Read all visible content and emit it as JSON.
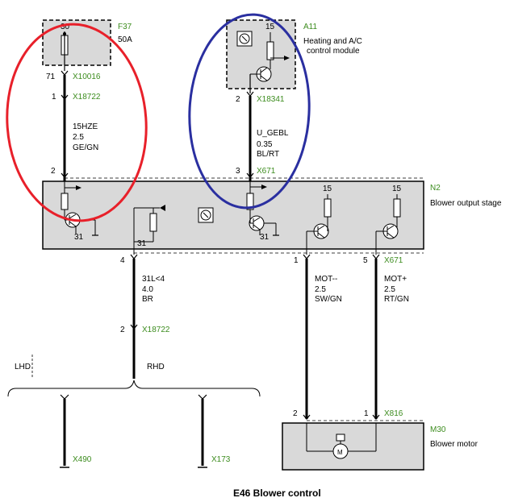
{
  "title": "E46 Blower control",
  "colors": {
    "annotation_red": "#e8202a",
    "annotation_blue": "#2a2fa0",
    "connector_green": "#3c8c1e",
    "module_fill": "#d9d9d9"
  },
  "components": {
    "f37": {
      "id": "F37",
      "value": "50A",
      "pin": "30"
    },
    "a11": {
      "id": "A11",
      "name_line1": "Heating and A/C",
      "name_line2": "control module",
      "pin": "15"
    },
    "n2": {
      "id": "N2",
      "name": "Blower output stage",
      "pin15a": "15",
      "pin15b": "15",
      "gnd1": "31",
      "gnd2": "31",
      "gnd3": "31"
    },
    "m30": {
      "id": "M30",
      "name": "Blower motor",
      "symbol": "M"
    }
  },
  "connectors": {
    "x10016": {
      "id": "X10016",
      "pin": "71"
    },
    "x18722_top": {
      "id": "X18722",
      "pin": "1"
    },
    "x18341": {
      "id": "X18341",
      "pin": "2"
    },
    "n2_left": {
      "pin": "2"
    },
    "n2_mid": {
      "pin": "3",
      "id": "X671"
    },
    "n2_bottom": {
      "pin_gnd": "4",
      "pin_mot_minus": "1",
      "pin_mot_plus": "5",
      "id": "X671"
    },
    "x18722_bottom": {
      "id": "X18722",
      "pin": "2"
    },
    "x816": {
      "id": "X816",
      "pin_left": "2",
      "pin_right": "1"
    },
    "x490": {
      "id": "X490"
    },
    "x173": {
      "id": "X173"
    }
  },
  "wires": {
    "w1": {
      "name": "15HZE",
      "size": "2.5",
      "color": "GE/GN"
    },
    "w2": {
      "name": "U_GEBL",
      "size": "0.35",
      "color": "BL/RT"
    },
    "w3": {
      "name": "31L<4",
      "size": "4.0",
      "color": "BR"
    },
    "w4": {
      "name": "MOT--",
      "size": "2.5",
      "color": "SW/GN"
    },
    "w5": {
      "name": "MOT+",
      "size": "2.5",
      "color": "RT/GN"
    }
  },
  "variants": {
    "lhd": "LHD",
    "rhd": "RHD"
  }
}
